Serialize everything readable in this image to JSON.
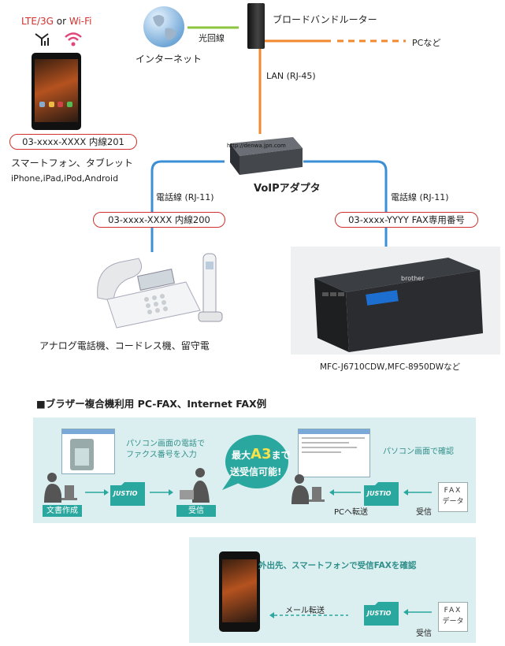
{
  "top": {
    "lte": "LTE/3G",
    "or": " or ",
    "wifi": "Wi-Fi",
    "internet": "インターネット",
    "fiber": "光回線",
    "router": "ブロードバンドルーター",
    "pc": "PCなど",
    "lan": "LAN (RJ-45)",
    "adapter_url": "http://denwa.jpn.com",
    "adapter_label": "VoIPアダプタ"
  },
  "phone_left": {
    "number": "03-xxxx-XXXX 内線201",
    "desc": "スマートフォン、タブレット",
    "models": "iPhone,iPad,iPod,Android"
  },
  "branch_left": {
    "line": "電話線 (RJ-11)",
    "number": "03-xxxx-XXXX 内線200",
    "caption": "アナログ電話機、コードレス機、留守電"
  },
  "branch_right": {
    "line": "電話線 (RJ-11)",
    "number": "03-xxxx-YYYY FAX専用番号",
    "caption": "MFC-J6710CDW,MFC-8950DWなど",
    "printer_brand": "brother"
  },
  "section": {
    "heading": "■ブラザー複合機利用  PC-FAX、Internet FAX例"
  },
  "panel1": {
    "pc_note_line1": "パソコン画面の電話で",
    "pc_note_line2": "ファクス番号を入力",
    "bubble_line1": "最大",
    "bubble_a3": "A3",
    "bubble_line1b": "まで",
    "bubble_line2": "送受信可能!",
    "right_note": "パソコン画面で確認",
    "tag_doc": "文書作成",
    "tag_recv": "受信",
    "pc_forward": "PCへ転送",
    "recv": "受信",
    "fax_box_line1": "FAX",
    "fax_box_line2": "データ",
    "folder_label": "JUSTIO"
  },
  "panel2": {
    "note": "外出先、スマートフォンで受信FAXを確認",
    "mail_forward": "メール転送",
    "recv": "受信",
    "fax_box_line1": "FAX",
    "fax_box_line2": "データ",
    "folder_label": "JUSTIO"
  },
  "colors": {
    "red": "#d0312d",
    "orange": "#f08a2c",
    "blue": "#3a8fd6",
    "green": "#8cc63f",
    "teal": "#2aa79e",
    "panel_bg": "#dceff0"
  }
}
